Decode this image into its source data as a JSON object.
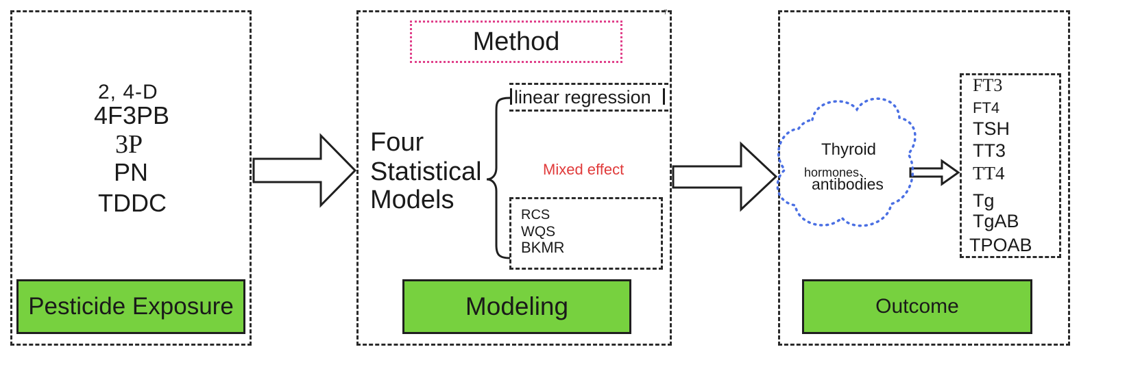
{
  "exposure": {
    "chemicals": [
      "2, 4-D",
      "4F3PB",
      "3P",
      "PN",
      "TDDC"
    ],
    "footer": "Pesticide Exposure"
  },
  "modeling": {
    "method_label": "Method",
    "models_title": "Four Statistical Models",
    "models_title_lines": [
      "Four",
      "Statistical",
      "Models"
    ],
    "linear": "linear regression",
    "mixed": "Mixed effect",
    "others": [
      "RCS",
      "WQS",
      "BKMR"
    ],
    "corner_mark": "7",
    "footer": "Modeling"
  },
  "outcome": {
    "cloud_lines": [
      "Thyroid",
      "hormones、",
      "antibodies"
    ],
    "hormones": [
      "FT3",
      "FT4",
      "TSH",
      "TT3",
      "TT4",
      "Tg",
      "TgAB",
      "TPOAB"
    ],
    "footer": "Outcome"
  },
  "colors": {
    "green": "#77d13f",
    "method_border": "#e0408a",
    "mixed_text": "#e03a3a",
    "cloud_border": "#4a6fe3"
  }
}
